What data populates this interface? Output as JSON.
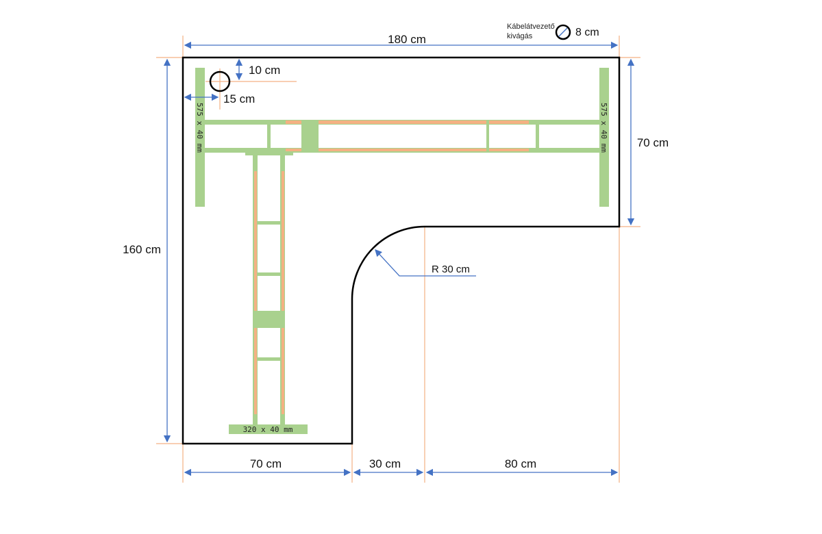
{
  "dimensions": {
    "total_width": "180 cm",
    "total_depth": "160 cm",
    "right_wing_depth": "70 cm",
    "bottom_left": "70 cm",
    "bottom_middle": "30 cm",
    "bottom_right": "80 cm",
    "radius": "R 30 cm",
    "hole_from_top": "10 cm",
    "hole_from_left": "15 cm"
  },
  "legend": {
    "cable_hole_line1": "Kábelátvezető",
    "cable_hole_line2": "kivágás",
    "cable_hole_diameter": "8 cm"
  },
  "frame_labels": {
    "left_leg": "575 x 40 mm",
    "right_leg": "575 x 40 mm",
    "bottom_leg": "320 x 40 mm"
  },
  "colors": {
    "frame": "#a9d18e",
    "beam": "#f4b183",
    "dimension": "#4472c4",
    "outline": "#000000"
  }
}
